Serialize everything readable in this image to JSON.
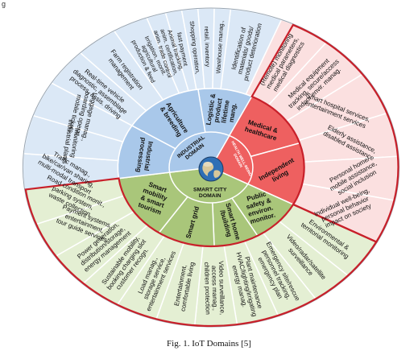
{
  "corner_mark": "g",
  "caption": "Fig. 1. IoT Domains [5]",
  "colors": {
    "industrial": "#a9c8ea",
    "industrial_outer": "#dbe8f6",
    "health": "#ee6060",
    "health_outer": "#fbe0e0",
    "smartcity": "#a9c67a",
    "smartcity_outer": "#e4efd3",
    "outline": "#c8202a",
    "divider": "#ffffff"
  },
  "center": {
    "icon": "globe-icon",
    "industrial_label": [
      "INDUSTRIAL",
      "DOMAIN"
    ],
    "health_label": [
      "HEALTH WELL-BEING",
      "DOMAIN"
    ],
    "smartcity_label": [
      "SMART CITY",
      "DOMAIN"
    ]
  },
  "middle_sectors": [
    {
      "lines": [
        "Logistic &",
        "product",
        "lifetime",
        "mang."
      ]
    },
    {
      "lines": [
        "Medical &",
        "healthcare"
      ]
    },
    {
      "lines": [
        "Independent",
        "living"
      ]
    },
    {
      "lines": [
        "Public",
        "safety &",
        "environ.",
        "monitor."
      ]
    },
    {
      "lines": [
        "Smart home",
        "/building"
      ]
    },
    {
      "lines": [
        "Smart grid"
      ]
    },
    {
      "lines": [
        "Smart",
        "mobility",
        "& smart",
        "tourism"
      ]
    },
    {
      "lines": [
        "Industrial",
        "processing"
      ]
    },
    {
      "lines": [
        "Agriculture",
        "& breeding"
      ]
    }
  ],
  "outer_sectors": [
    {
      "lines": [
        "Identification of",
        "materials/ goods/",
        "product deterioration"
      ]
    },
    {
      "lines": [
        "(Remote) monitoring",
        "medical parameters,",
        "medical diagnostics"
      ]
    },
    {
      "lines": [
        "Medical equipment",
        "tracking, secure/access",
        "indoor envir. manag."
      ]
    },
    {
      "lines": [
        "Smart hospital services,",
        "entertainment services"
      ]
    },
    {
      "lines": [
        "Elderly assistance,",
        "disabled assistance"
      ]
    },
    {
      "lines": [
        "Personal home/",
        "mobile assistance,",
        "social inclusion"
      ]
    },
    {
      "lines": [
        "Individual well-being,",
        "personal behavior",
        "impact on society"
      ]
    },
    {
      "lines": [
        "Environmental &",
        "territorial monitoring"
      ]
    },
    {
      "lines": [
        "Video/radar/satellite",
        "surveillance"
      ]
    },
    {
      "lines": [
        "Emergency site/rescue",
        "personnel tracking,",
        "emergency plan"
      ]
    },
    {
      "lines": [
        "Plant maintenance",
        "HVAC/lighting/irrigating",
        "energy manag."
      ]
    },
    {
      "lines": [
        "Video surveillance,",
        "access manag.,",
        "children protection"
      ]
    },
    {
      "lines": [
        "Entertainment,",
        "comfortable living"
      ]
    },
    {
      "lines": [
        "Load manag.,",
        "storage service,",
        "entertainment services"
      ]
    },
    {
      "lines": [
        "Sustainable mobility,",
        "booking charging slot",
        "customer recogn."
      ]
    },
    {
      "lines": [
        "Power generation,",
        "distribution/storage,",
        "energy management"
      ]
    },
    {
      "lines": [
        "Payment systems,",
        "entertainment,",
        "tour guide services"
      ]
    },
    {
      "lines": [
        "Road condition monit.,",
        "parking system,",
        "waste collection"
      ]
    },
    {
      "lines": [
        "Traffic manag.,",
        "bike/car/van sharing,",
        "multi-modal transport"
      ]
    },
    {
      "lines": [
        "Monitoring",
        "industrial plants"
      ]
    },
    {
      "lines": [
        "Luggage manag.,",
        "boarding operat.,",
        "mobile tickets"
      ]
    },
    {
      "lines": [
        "Real-time vehicle",
        "diagnostic, assemblage",
        "process, assis. driving"
      ]
    },
    {
      "lines": [
        "Farm registration",
        "management"
      ]
    },
    {
      "lines": [
        "Irrigation, monit.",
        "agricultural",
        "production & feed"
      ]
    },
    {
      "lines": [
        "Animal tracking,",
        "anim. certification,",
        "anim. trade control"
      ]
    },
    {
      "lines": [
        "fast payment"
      ]
    },
    {
      "lines": [
        "Shopping operation,"
      ]
    },
    {
      "lines": [
        "retail, inventory"
      ]
    },
    {
      "lines": [
        "Warehouse manag.,"
      ]
    }
  ]
}
